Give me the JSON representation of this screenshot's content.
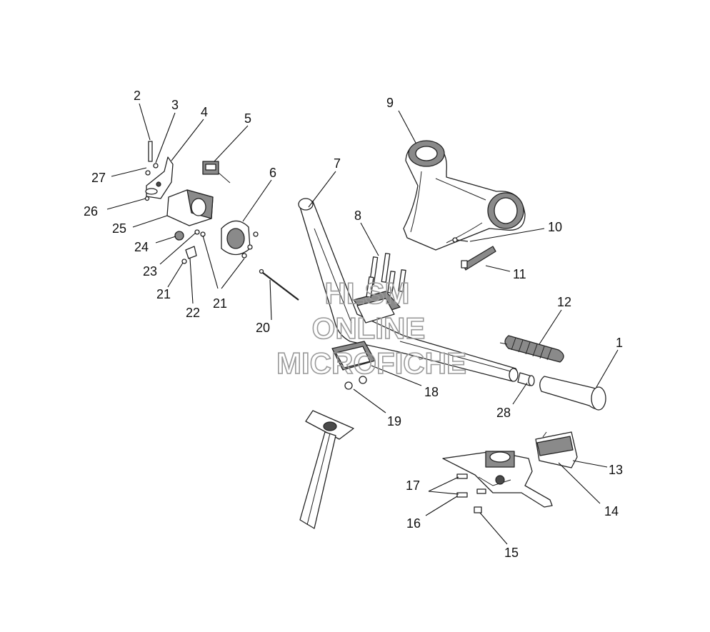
{
  "watermark": {
    "line1": "HLSM",
    "line2": "ONLINE",
    "line3": "MICROFICHE",
    "color": "#9a9a9a"
  },
  "callouts": {
    "c1": "1",
    "c2": "2",
    "c3": "3",
    "c4": "4",
    "c5": "5",
    "c6": "6",
    "c7": "7",
    "c8": "8",
    "c9": "9",
    "c10": "10",
    "c11": "11",
    "c12": "12",
    "c13": "13",
    "c14": "14",
    "c15": "15",
    "c16": "16",
    "c17": "17",
    "c18": "18",
    "c19": "19",
    "c20": "20",
    "c21a": "21",
    "c21b": "21",
    "c22": "22",
    "c23": "23",
    "c24": "24",
    "c25": "25",
    "c26": "26",
    "c27": "27",
    "c28": "28"
  }
}
